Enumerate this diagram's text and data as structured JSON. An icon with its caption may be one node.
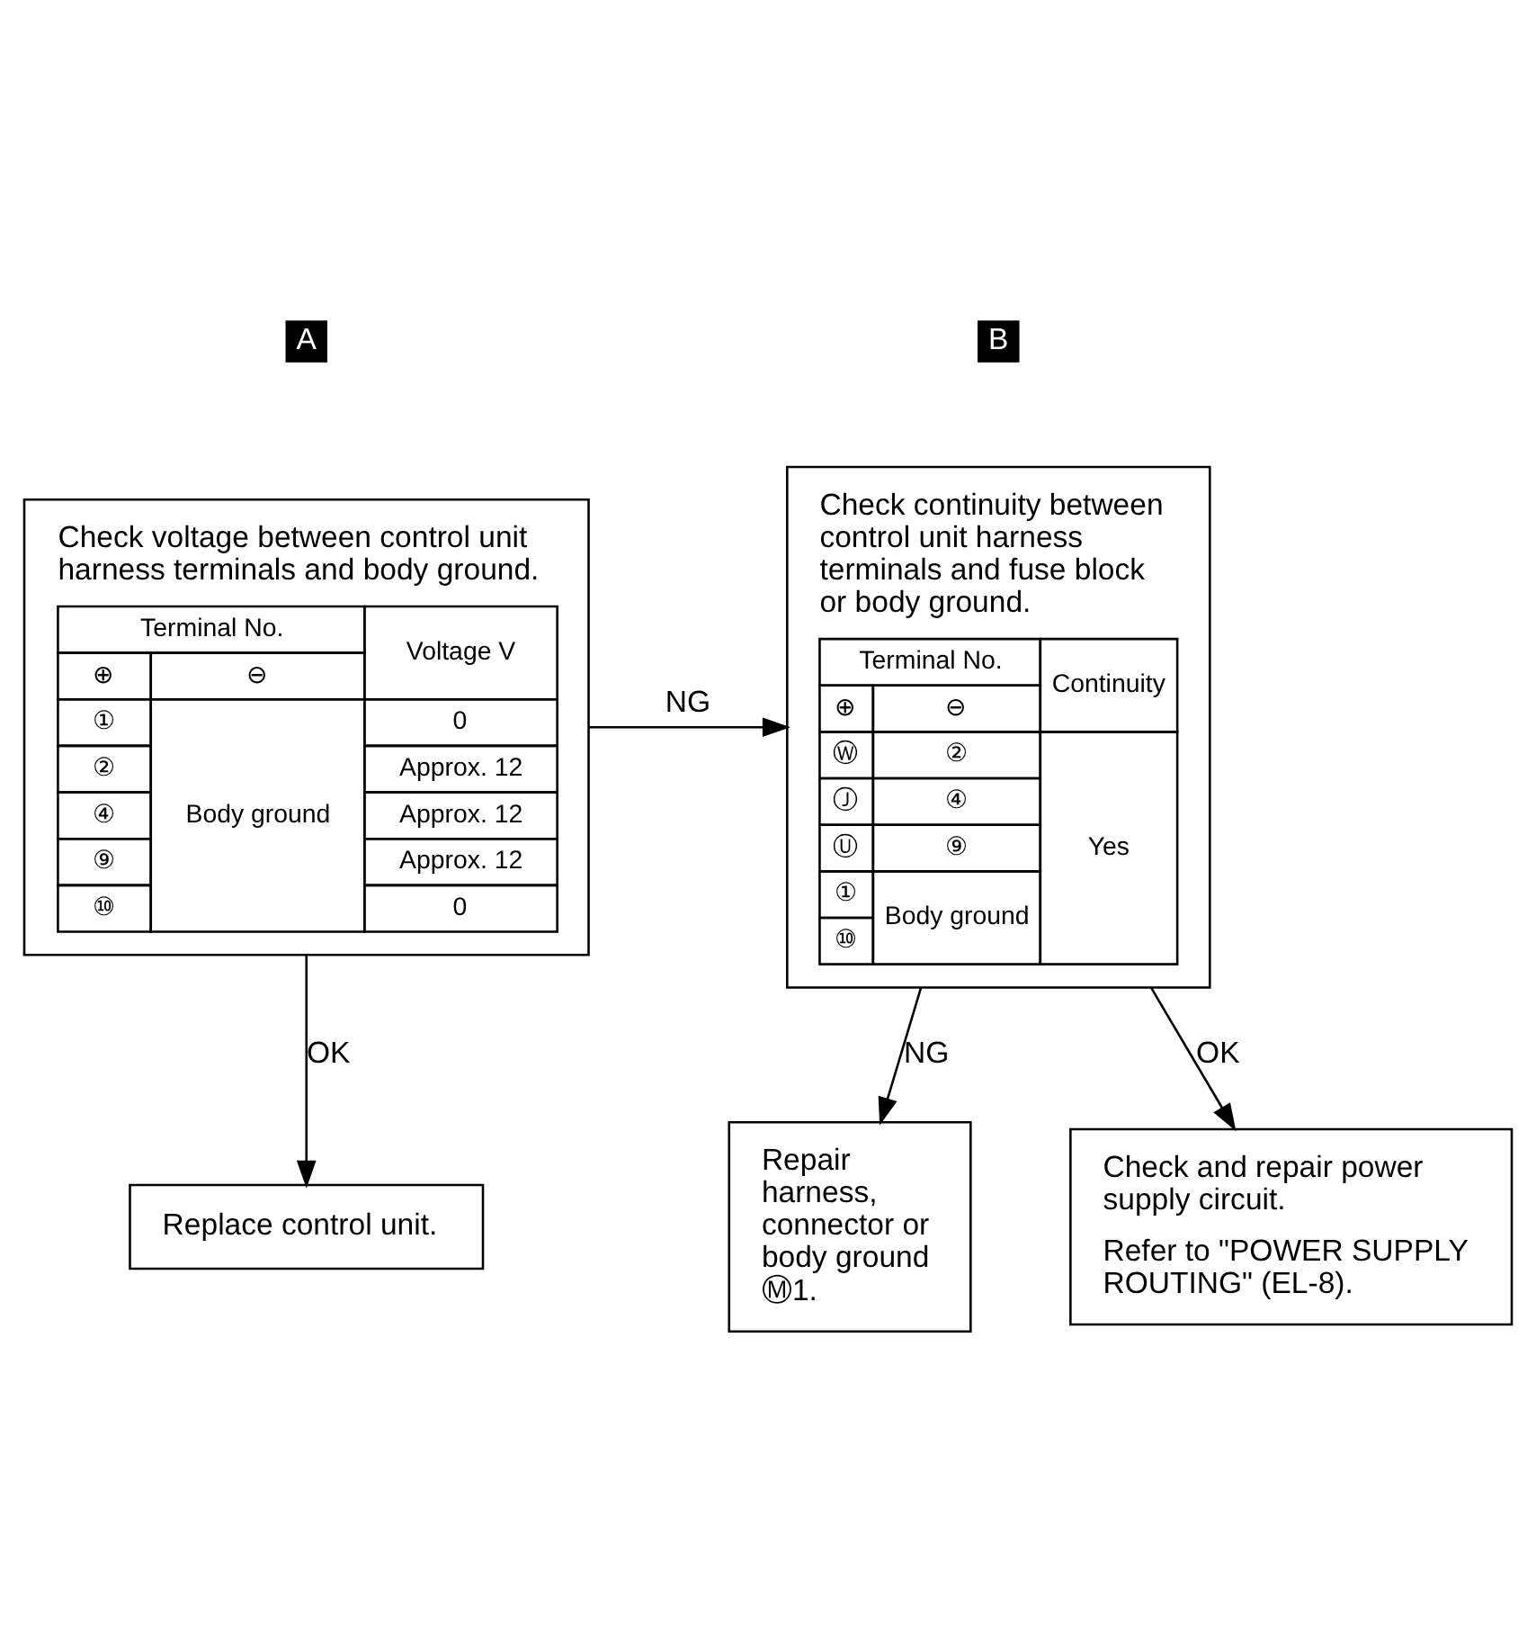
{
  "diagram": {
    "nodes": [
      {
        "text": [
          "Check voltage between control unit harness terminals and body ground.",
          "Terminal No.",
          "Voltage V",
          "⊕",
          "⊖",
          "①",
          "Body ground",
          "0",
          "②",
          "Approx. 12",
          "④",
          "Approx. 12",
          "⑨",
          "Approx. 12",
          "⑩",
          "0"
        ]
      },
      {
        "text": [
          "Check continuity between control unit harness terminals and fuse block or body ground.",
          "Terminal No.",
          "Continuity",
          "⊕",
          "⊖",
          "Ⓦ",
          "②",
          "Yes",
          "Ⓙ",
          "④",
          "Ⓤ",
          "⑨",
          "①",
          "⑩",
          "Body ground"
        ]
      },
      {
        "text": [
          "Replace control unit."
        ]
      },
      {
        "text": [
          "Repair harness, connector or body ground Ⓜ1."
        ]
      },
      {
        "text": [
          "Check and repair power supply circuit.",
          "Refer to \"POWER SUPPLY ROUTING\" (EL-8)."
        ]
      }
    ],
    "edges": [
      {
        "from": 0,
        "to": 1,
        "arrow": "to",
        "label": "NG"
      },
      {
        "from": 0,
        "to": 2,
        "arrow": "to",
        "label": "OK"
      },
      {
        "from": 1,
        "to": 3,
        "arrow": "to",
        "label": "NG"
      },
      {
        "from": 1,
        "to": 4,
        "arrow": "to",
        "label": "OK"
      }
    ],
    "labels": [
      "A",
      "B"
    ]
  }
}
